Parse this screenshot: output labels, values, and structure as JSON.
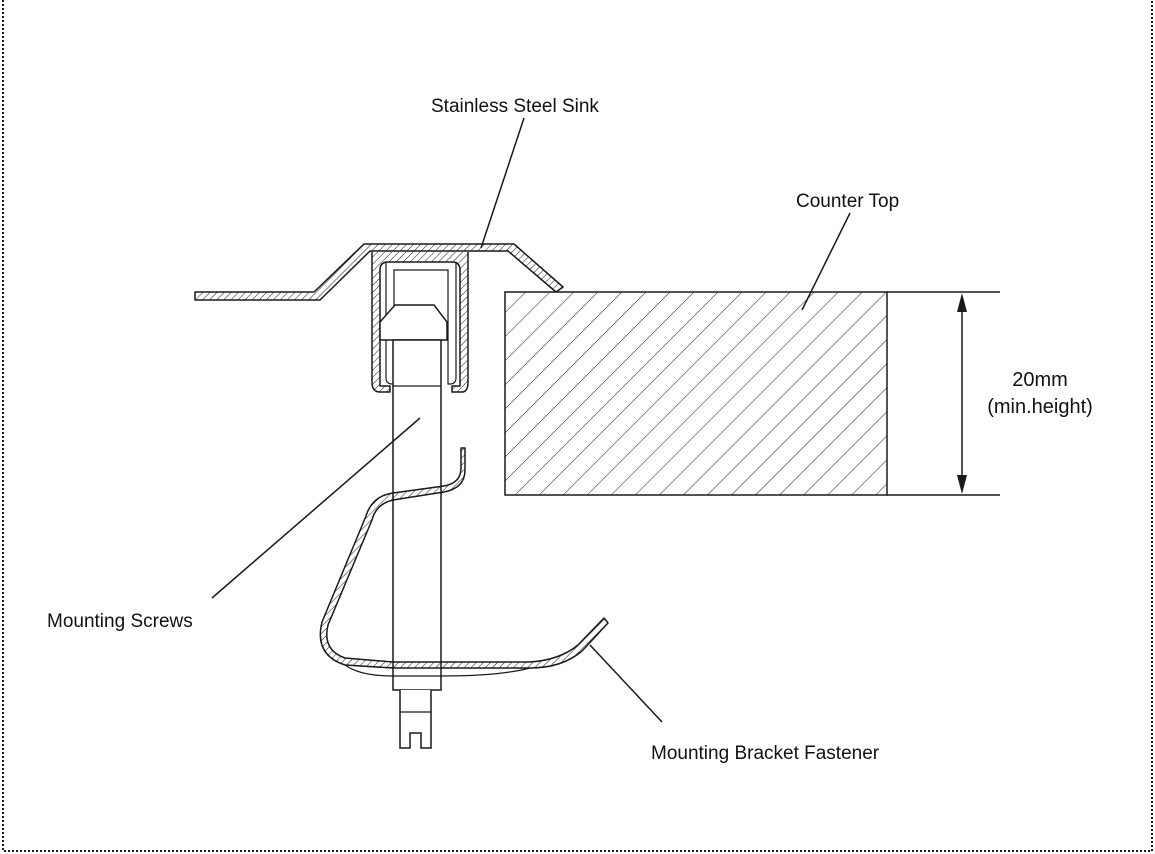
{
  "labels": {
    "sink": "Stainless Steel Sink",
    "counter": "Counter Top",
    "dimension_value": "20mm",
    "dimension_note": "(min.height)",
    "screws": "Mounting Screws",
    "bracket": "Mounting Bracket Fastener"
  },
  "colors": {
    "line": "#1a1a1a",
    "background": "#ffffff"
  }
}
